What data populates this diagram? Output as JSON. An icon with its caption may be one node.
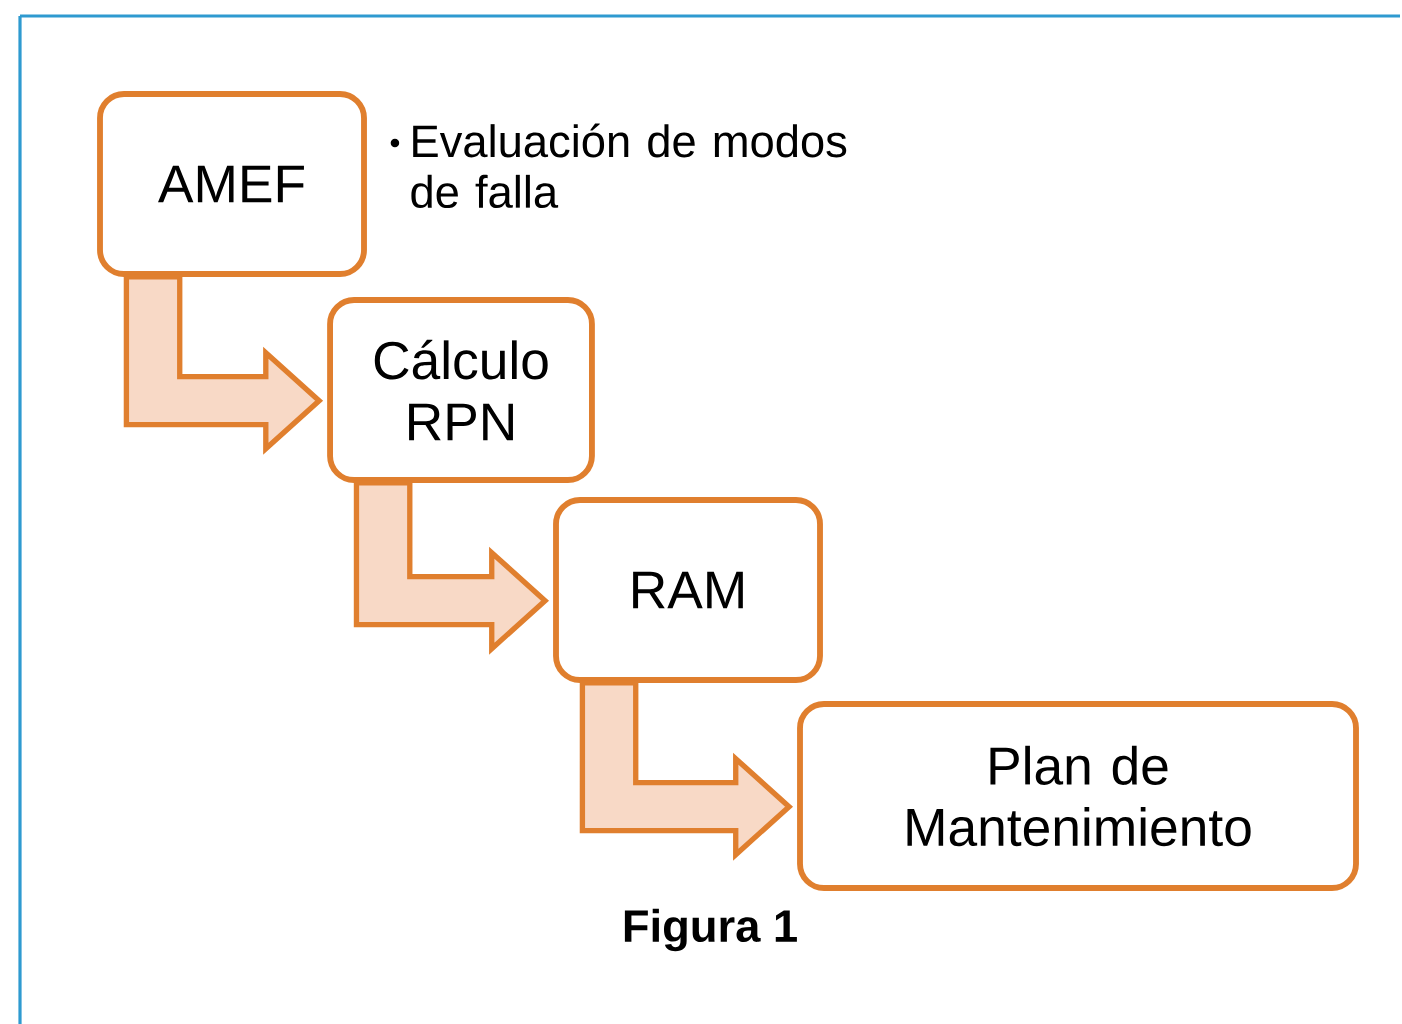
{
  "diagram": {
    "caption": "Figura 1",
    "nodes": [
      {
        "text": [
          "AMEF"
        ],
        "beside": [
          "Evaluación de modos de falla"
        ]
      },
      {
        "text": [
          "Cálculo RPN"
        ]
      },
      {
        "text": [
          "RAM"
        ]
      },
      {
        "text": [
          "Plan de Mantenimiento"
        ]
      }
    ],
    "edges": [
      {
        "from": 0,
        "to": 1,
        "arrow": "to"
      },
      {
        "from": 1,
        "to": 2,
        "arrow": "to"
      },
      {
        "from": 2,
        "to": 3,
        "arrow": "to"
      }
    ]
  }
}
